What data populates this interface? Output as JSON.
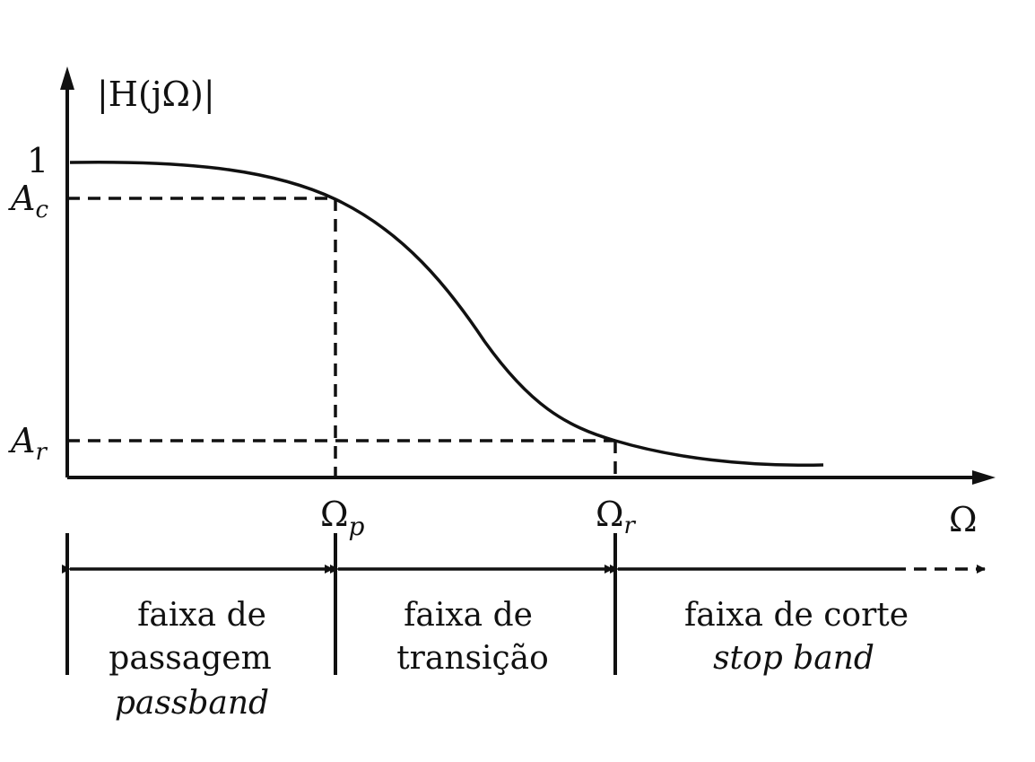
{
  "axes": {
    "y_label": "|H(jΩ)|",
    "x_label": "Ω",
    "y_ticks": {
      "one": "1",
      "ac": "A",
      "ac_sub": "c",
      "ar": "A",
      "ar_sub": "r"
    },
    "x_ticks": {
      "op": "Ω",
      "op_sub": "p",
      "or": "Ω",
      "or_sub": "r"
    }
  },
  "bands": [
    {
      "lines": [
        "faixa de",
        "passagem"
      ],
      "english": "passband"
    },
    {
      "lines": [
        "faixa de",
        "transição"
      ],
      "english": ""
    },
    {
      "lines": [
        "faixa de corte"
      ],
      "english": "stop band"
    }
  ],
  "colors": {
    "ink": "#111111",
    "background": "#ffffff"
  }
}
